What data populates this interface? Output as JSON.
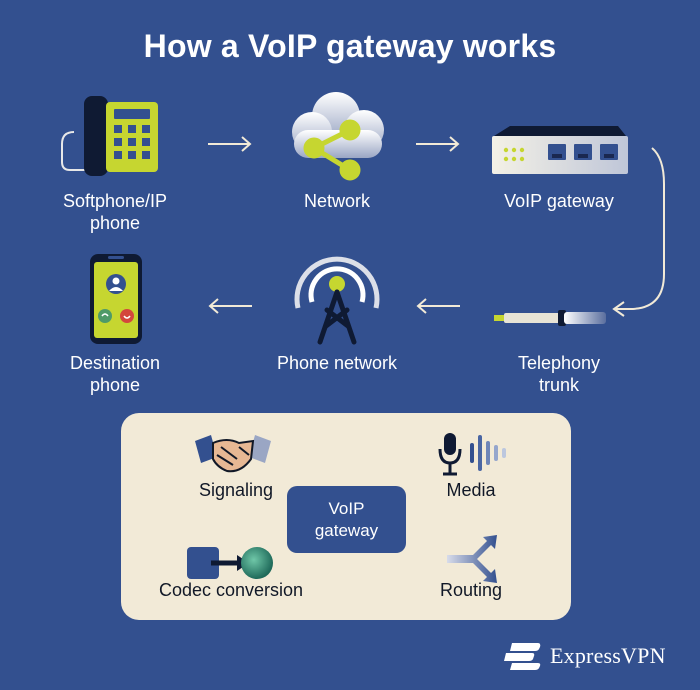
{
  "title": "How a VoIP gateway works",
  "nodes": {
    "softphone": "Softphone/IP\nphone",
    "network": "Network",
    "gateway": "VoIP gateway",
    "trunk": "Telephony\ntrunk",
    "phone_network": "Phone network",
    "destination": "Destination\nphone"
  },
  "panel": {
    "center": "VoIP\ngateway",
    "signaling": "Signaling",
    "media": "Media",
    "codec": "Codec conversion",
    "routing": "Routing"
  },
  "brand": "ExpressVPN",
  "colors": {
    "background": "#33508f",
    "accent": "#c6d630",
    "panel": "#f2ead7",
    "dark": "#0f1a33"
  }
}
